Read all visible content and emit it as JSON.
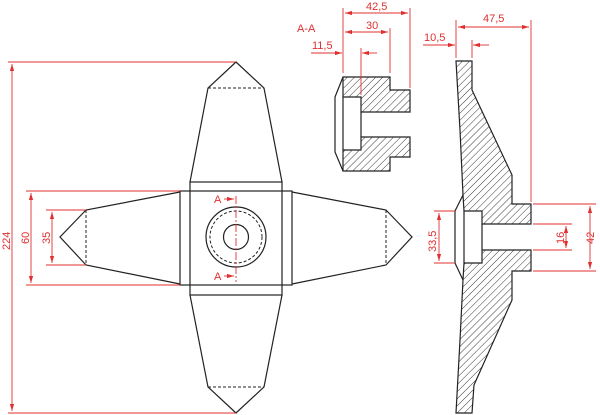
{
  "section_label": "A-A",
  "cut_marker": "A",
  "colors": {
    "outline": "#222222",
    "dimension": "#e03030"
  },
  "dimensions": {
    "overall_height": "224",
    "hub_width": "60",
    "arm_tip_width": "35",
    "section_total_length": "42,5",
    "section_flange_length": "30",
    "section_counterbore_depth": "11,5",
    "side_total_length": "47,5",
    "side_thickness": "10,5",
    "side_counterbore_dia": "33,5",
    "side_bore_dia": "16",
    "side_boss_dia": "42"
  }
}
